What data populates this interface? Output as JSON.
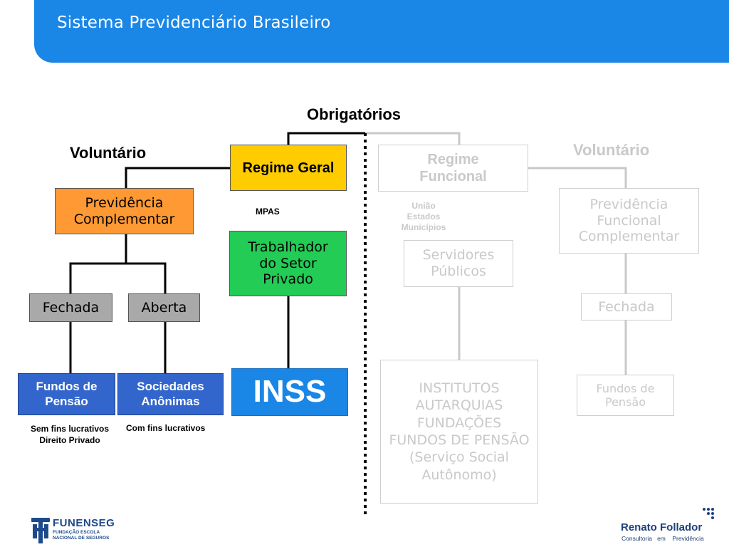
{
  "header": {
    "title": "Sistema Previdenciário Brasileiro"
  },
  "diagram": {
    "obrigatorios": "Obrigatórios",
    "voluntario_left": "Voluntário",
    "voluntario_right": "Voluntário",
    "regime_geral": "Regime Geral",
    "regime_funcional": "Regime Funcional",
    "mpas": "MPAS",
    "uniao_lines": [
      "União",
      "Estados",
      "Municípios"
    ],
    "previdencia_complementar": "Previdência Complementar",
    "previdencia_funcional_complementar": "Previdência Funcional Complementar",
    "trabalhador": "Trabalhador do Setor Privado",
    "servidores": "Servidores Públicos",
    "fechada_left": "Fechada",
    "aberta": "Aberta",
    "fechada_right": "Fechada",
    "fundos_pensao_left": "Fundos de Pensão",
    "sociedades": "Sociedades Anônimas",
    "inss": "INSS",
    "institutos": "INSTITUTOS AUTARQUIAS FUNDAÇÕES FUNDOS DE PENSÃO (Serviço Social Autônomo)",
    "fundos_pensao_right": "Fundos de Pensão",
    "sem_fins": [
      "Sem fins lucrativos",
      "Direito Privado"
    ],
    "com_fins": "Com fins lucrativos"
  },
  "footer": {
    "funenseg_name": "FUNENSEG",
    "funenseg_sub": [
      "FUNDAÇÃO ESCOLA",
      "NACIONAL DE SEGUROS"
    ],
    "renato": "Renato Follador",
    "renato_sub": "Consultoria   em    Previdência"
  },
  "colors": {
    "header_blue": "#1a86e6",
    "regime_geral": "#ffcc00",
    "previdencia_complementar": "#ff9933",
    "trabalhador": "#22cc55",
    "grey_box": "#a9a9a9",
    "dark_blue_box": "#3366cc",
    "inss": "#1a86e6"
  }
}
